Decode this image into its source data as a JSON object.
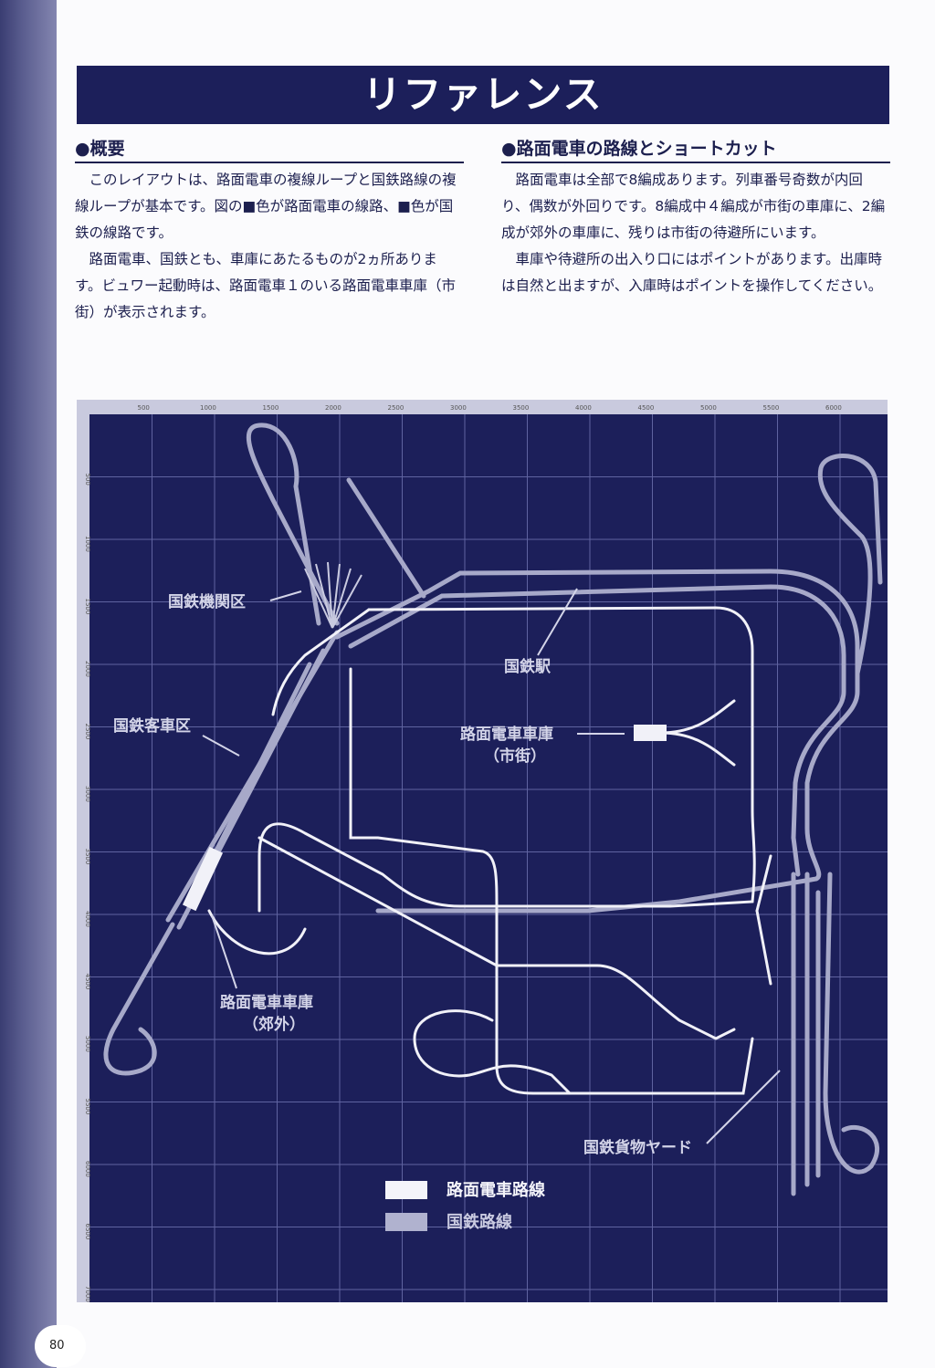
{
  "page_number": "80",
  "title": "リファレンス",
  "overview": {
    "heading": "●概要",
    "paragraphs": [
      "このレイアウトは、路面電車の複線ループと国鉄路線の複線ループが基本です。図の■色が路面電車の線路、■色が国鉄の線路です。",
      "路面電車、国鉄とも、車庫にあたるものが2ヵ所あります。ビュワー起動時は、路面電車１のいる路面電車車庫（市街）が表示されます。"
    ]
  },
  "routes": {
    "heading": "●路面電車の路線とショートカット",
    "paragraphs": [
      "路面電車は全部で8編成あります。列車番号奇数が内回り、偶数が外回りです。8編成中４編成が市街の車庫に、2編成が郊外の車庫に、残りは市街の待避所にいます。",
      "車庫や待避所の出入り口にはポイントがあります。出庫時は自然と出ますが、入庫時はポイントを操作してください。"
    ]
  },
  "map": {
    "ruler_top": [
      "500",
      "1000",
      "1500",
      "2000",
      "2500",
      "3000",
      "3500",
      "4000",
      "4500",
      "5000",
      "5500",
      "6000"
    ],
    "ruler_left": [
      "500",
      "1000",
      "1500",
      "2000",
      "2500",
      "3000",
      "3500",
      "4000",
      "4500",
      "5000",
      "5500",
      "6000",
      "6500",
      "7000"
    ],
    "labels": {
      "jnr_depot": "国鉄機関区",
      "jnr_station": "国鉄駅",
      "jnr_coach_yard": "国鉄客車区",
      "tram_depot_city_1": "路面電車車庫",
      "tram_depot_city_2": "（市街）",
      "tram_depot_suburb_1": "路面電車車庫",
      "tram_depot_suburb_2": "（郊外）",
      "jnr_freight_yard": "国鉄貨物ヤード"
    },
    "legend": {
      "tram": "路面電車路線",
      "jnr": "国鉄路線"
    },
    "colors": {
      "background": "#1c1f5a",
      "grid": "#6a6fa6",
      "tram": "#f4f4fa",
      "jnr": "#b0b2cf"
    }
  }
}
